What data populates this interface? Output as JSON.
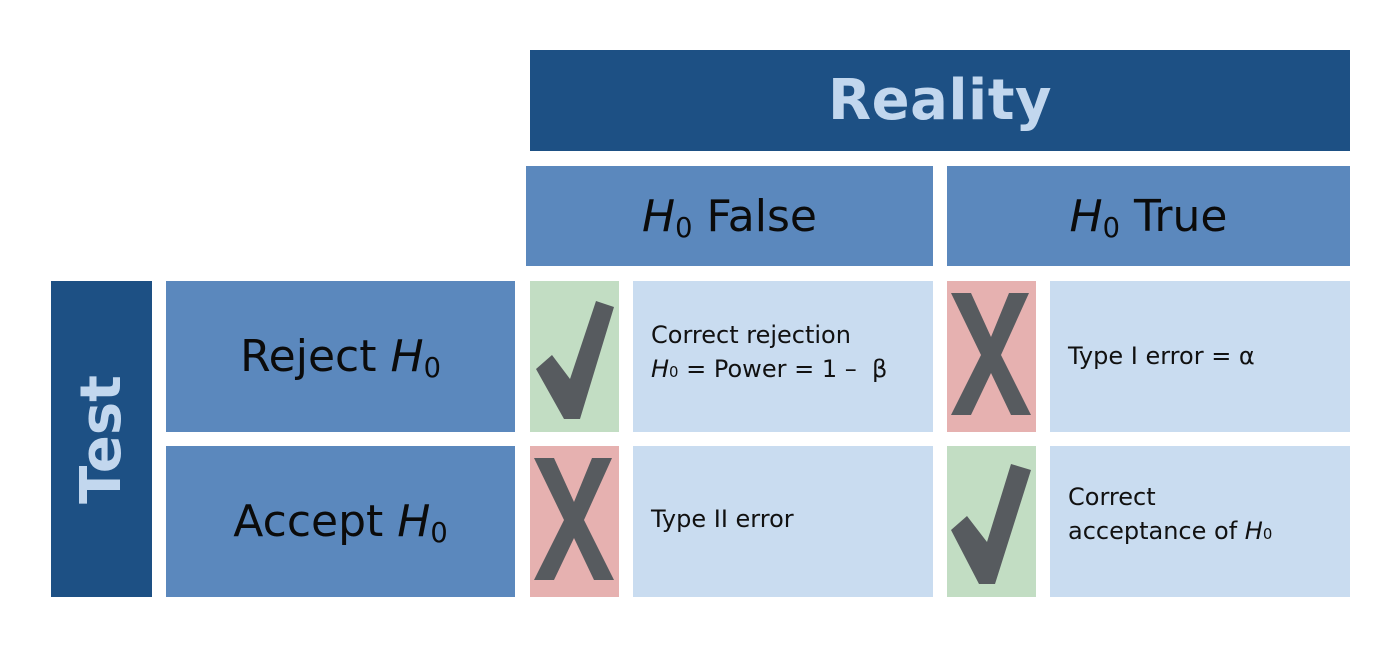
{
  "reality": {
    "label": "Reality"
  },
  "test": {
    "label": "Test"
  },
  "columns": [
    {
      "h": "H",
      "sub": "0",
      "rest": " False"
    },
    {
      "h": "H",
      "sub": "0",
      "rest": " True"
    }
  ],
  "rows": [
    {
      "prefix": "Reject ",
      "h": "H",
      "sub": "0"
    },
    {
      "prefix": "Accept ",
      "h": "H",
      "sub": "0"
    }
  ],
  "cells": {
    "reject_false": {
      "line1": "Correct rejection",
      "h": "H",
      "sub": "0",
      "line2_rest": " = Power = 1 –  β",
      "icon": "checkmark-icon",
      "color": "#c2ddc3"
    },
    "reject_true": {
      "text": "Type I error = α",
      "icon": "x-mark-icon",
      "color": "#e6b1b0"
    },
    "accept_false": {
      "text": "Type II error",
      "icon": "x-mark-icon",
      "color": "#e6b1b0"
    },
    "accept_true": {
      "line1": "Correct",
      "line2_prefix": "acceptance of ",
      "h": "H",
      "sub": "0",
      "icon": "checkmark-icon",
      "color": "#c2ddc3"
    }
  },
  "colors": {
    "dark_blue": "#1d5084",
    "mid_blue": "#5b88bd",
    "light_blue": "#c9dcf0",
    "icon_gray": "#575b5f"
  }
}
